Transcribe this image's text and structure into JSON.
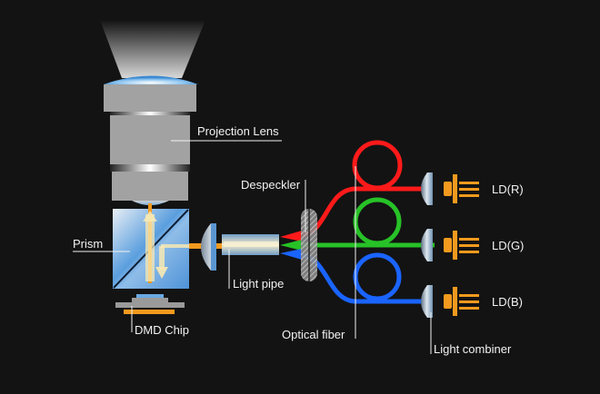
{
  "title": "Laser projector optical path diagram",
  "labels": {
    "projection_lens": "Projection Lens",
    "despeckler": "Despeckler",
    "prism": "Prism",
    "light_pipe": "Light pipe",
    "dmd_chip": "DMD Chip",
    "optical_fiber": "Optical fiber",
    "light_combiner": "Light combiner",
    "ld_r": "LD(R)",
    "ld_g": "LD(G)",
    "ld_b": "LD(B)"
  },
  "colors": {
    "background": "#131313",
    "laser_red": "#ff1a1a",
    "laser_green": "#27c227",
    "laser_blue": "#1a64ff",
    "laser_diode": "#f39a1e",
    "lens_gray": "#a0a0a0",
    "prism_blue": "#5a9ede",
    "beam": "#f7e9b4"
  }
}
